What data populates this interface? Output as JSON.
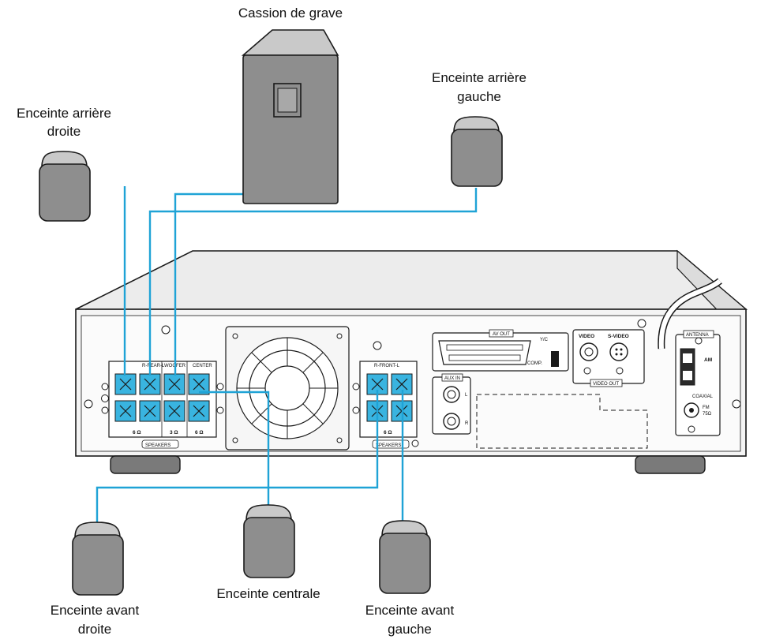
{
  "labels": {
    "subwoofer": "Cassion de grave",
    "rear_right_line1": "Enceinte arrière",
    "rear_right_line2": "droite",
    "rear_left_line1": "Enceinte arrière",
    "rear_left_line2": "gauche",
    "front_right_line1": "Enceinte avant",
    "front_right_line2": "droite",
    "center": "Enceinte centrale",
    "front_left_line1": "Enceinte avant",
    "front_left_line2": "gauche"
  },
  "panel_labels": {
    "rear": "R-REAR-L",
    "woofer": "WOOFER",
    "center": "CENTER",
    "rear_ohm": "6 Ω",
    "woofer_ohm": "3 Ω",
    "center_ohm": "6 Ω",
    "speakers_left": "SPEAKERS",
    "front": "R-FRONT-L",
    "front_ohm": "6 Ω",
    "speakers_right": "SPEAKERS",
    "av_out": "AV OUT",
    "yc": "Y/C",
    "comp": "COMP.",
    "aux_in": "AUX IN",
    "aux_l": "L",
    "aux_r": "R",
    "video": "VIDEO",
    "s_video": "S-VIDEO",
    "video_out": "VIDEO OUT",
    "antenna": "ANTENNA",
    "am": "AM",
    "coaxial": "COAXIAL",
    "fm": "FM",
    "fm_ohm": "75Ω"
  },
  "colors": {
    "wire": "#1fa3d6",
    "speaker_body": "#8e8e8e",
    "speaker_top": "#c9c9c9",
    "terminal": "#39b4e0"
  }
}
